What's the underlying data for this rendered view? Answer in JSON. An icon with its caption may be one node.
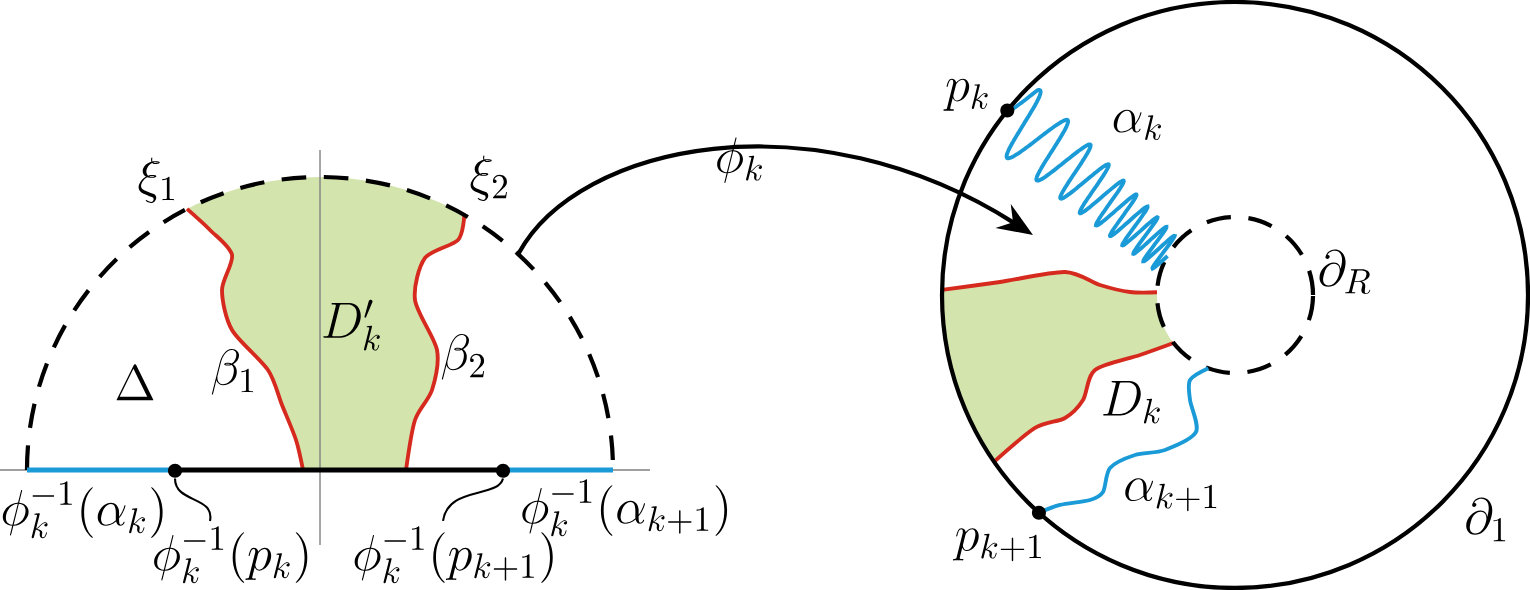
{
  "diagram": {
    "nodes": [
      {
        "text": [],
        "shape": "semicircle"
      },
      {
        "text": [],
        "shape": "circle"
      },
      {
        "text": [],
        "shape": "circle",
        "in": 0
      },
      {
        "text": [
          "\\phi_k^{-1}(p_k)"
        ]
      },
      {
        "text": [],
        "shape": "circle",
        "in": 0
      },
      {
        "text": [
          "\\phi_k^{-1}(p_{k+1})"
        ]
      }
    ],
    "edges": [
      {
        "from": 0,
        "to": 1,
        "arrow": "to",
        "label": "\\phi_k"
      },
      {
        "from": 3,
        "to": 2,
        "arrow": "none"
      },
      {
        "from": 5,
        "to": 4,
        "arrow": "none"
      }
    ],
    "labels": [
      "\\xi_1",
      "\\xi_2",
      "\\Delta",
      "\\beta_1",
      "D'_k",
      "\\beta_2",
      "\\phi_k^{-1}(\\alpha_k)",
      "\\phi_k^{-1}(\\alpha_{k+1})",
      "p_k",
      "\\alpha_k",
      "\\partial_R",
      "D_k",
      "\\alpha_{k+1}",
      "p_{k+1}",
      "\\partial_1"
    ]
  }
}
